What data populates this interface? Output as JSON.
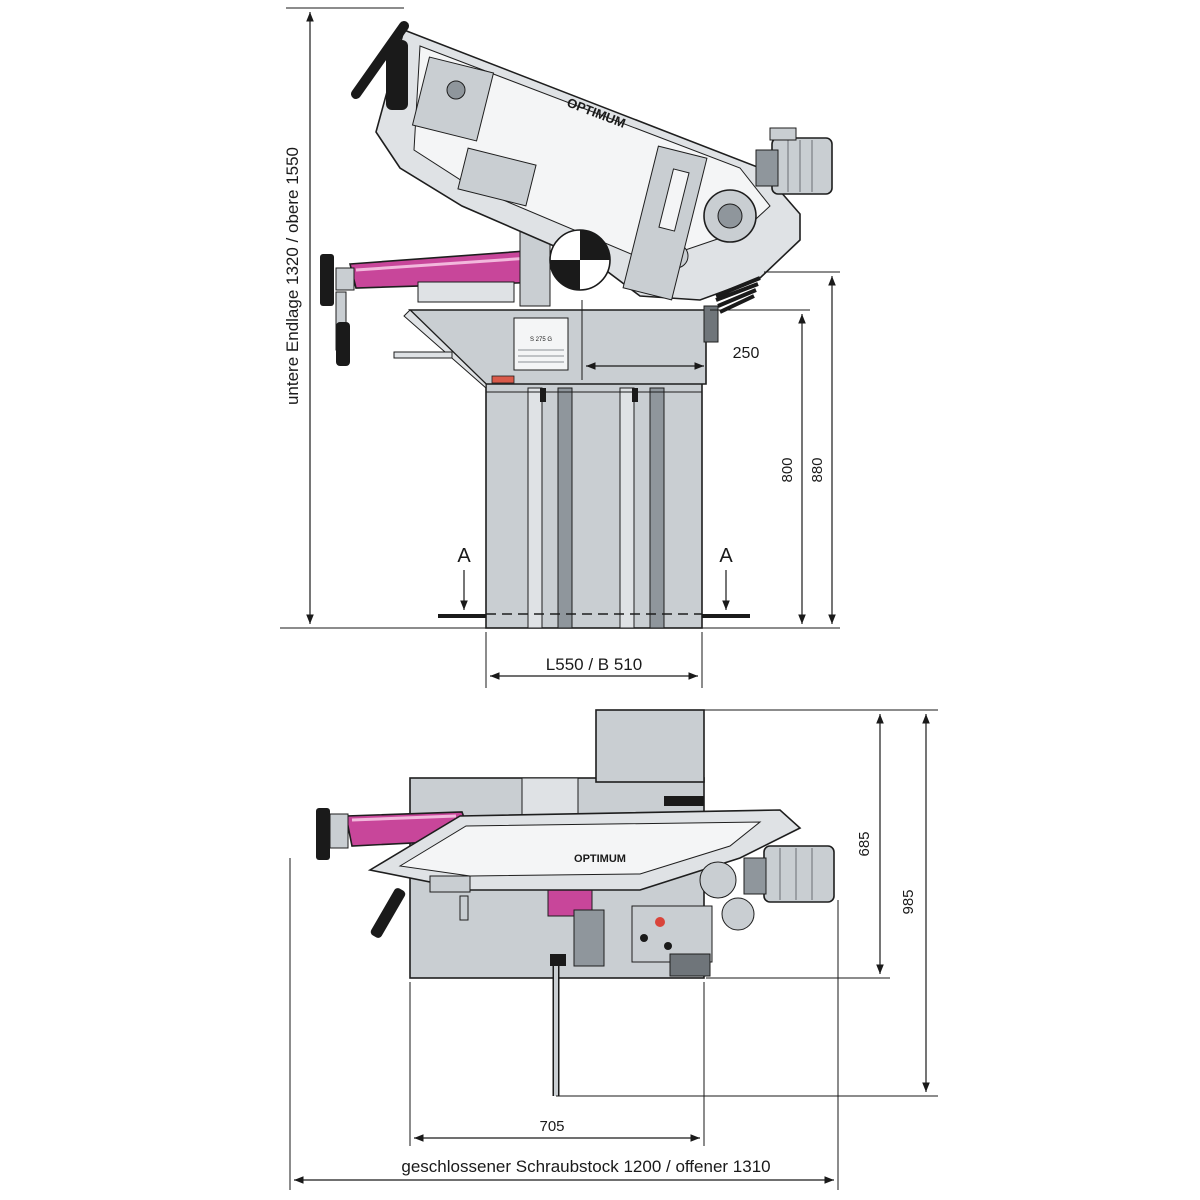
{
  "front_view": {
    "height_label": "untere Endlage 1320 / obere 1550",
    "dim_250": "250",
    "dim_800": "800",
    "dim_880": "880",
    "section_mark_left": "A",
    "section_mark_right": "A",
    "footprint_label": "L550 / B 510",
    "brand": "OPTIMUM",
    "plate_model": "S 275 G"
  },
  "top_view": {
    "dim_685": "685",
    "dim_985": "985",
    "dim_705": "705",
    "overall_width_label": "geschlossener Schraubstock 1200 / offener 1310",
    "brand": "OPTIMUM"
  },
  "colors": {
    "body_gray": "#c9ced2",
    "accent_magenta": "#c8469a",
    "line_black": "#1a1a1a"
  }
}
